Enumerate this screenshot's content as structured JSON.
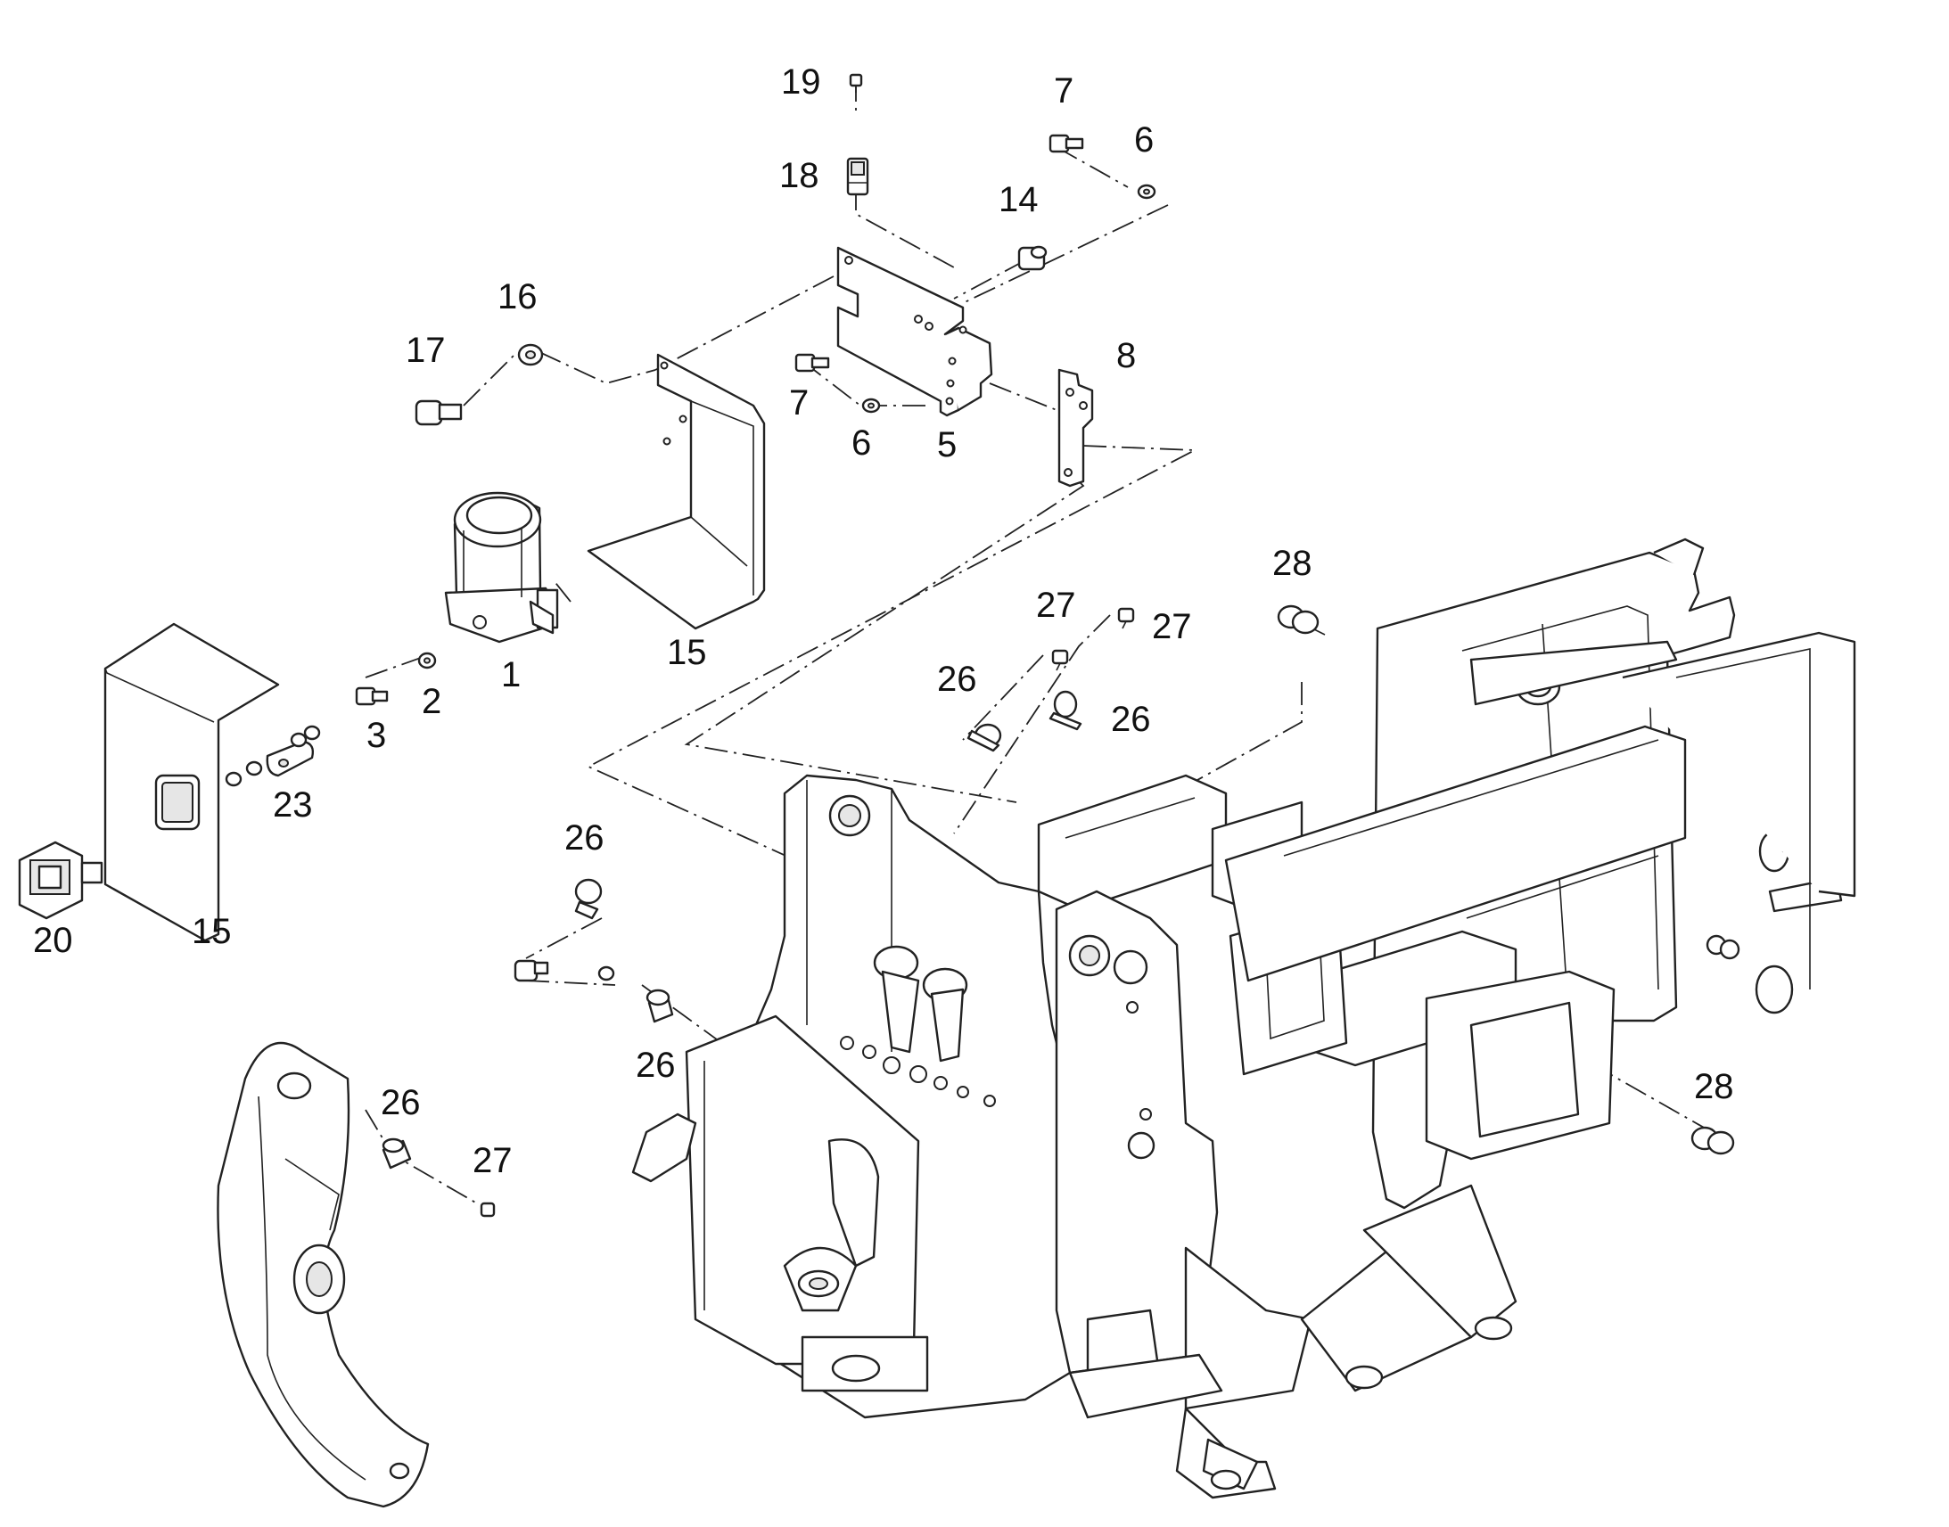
{
  "callouts": [
    {
      "id": "c19a",
      "text": "19"
    },
    {
      "id": "c18a",
      "text": "18"
    },
    {
      "id": "c7a",
      "text": "7"
    },
    {
      "id": "c6a",
      "text": "6"
    },
    {
      "id": "c14a",
      "text": "14"
    },
    {
      "id": "c16a",
      "text": "16"
    },
    {
      "id": "c17a",
      "text": "17"
    },
    {
      "id": "c8a",
      "text": "8"
    },
    {
      "id": "c7b",
      "text": "7"
    },
    {
      "id": "c6b",
      "text": "6"
    },
    {
      "id": "c5a",
      "text": "5"
    },
    {
      "id": "c15a",
      "text": "15"
    },
    {
      "id": "c1a",
      "text": "1"
    },
    {
      "id": "c2a",
      "text": "2"
    },
    {
      "id": "c3a",
      "text": "3"
    },
    {
      "id": "c23a",
      "text": "23"
    },
    {
      "id": "c15b",
      "text": "15"
    },
    {
      "id": "c20a",
      "text": "20"
    },
    {
      "id": "c28a",
      "text": "28"
    },
    {
      "id": "c27a",
      "text": "27"
    },
    {
      "id": "c27b",
      "text": "27"
    },
    {
      "id": "c26a",
      "text": "26"
    },
    {
      "id": "c26b",
      "text": "26"
    },
    {
      "id": "c26c",
      "text": "26"
    },
    {
      "id": "c26d",
      "text": "26"
    },
    {
      "id": "c26e",
      "text": "26"
    },
    {
      "id": "c27c",
      "text": "27"
    },
    {
      "id": "c28b",
      "text": "28"
    }
  ]
}
